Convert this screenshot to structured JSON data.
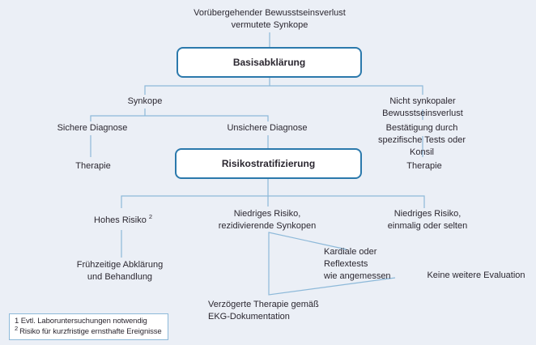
{
  "colors": {
    "background": "#ebeff6",
    "connector_line": "#8db9d9",
    "box_border": "#2b79ac",
    "box_fill": "#ffffff",
    "text": "#2b2730"
  },
  "flowchart": {
    "title": "Vorübergehender Bewusstseinsverlust\nvermutete Synkope",
    "basis_box_label": "Basisabklärung",
    "synkope": "Synkope",
    "nicht_synkopal": "Nicht synkopaler Bewusstseinsverlust",
    "sichere_diagnose": "Sichere Diagnose",
    "unsichere_diagnose": "Unsichere Diagnose",
    "bestaetigung": "Bestätigung durch spezifische Tests oder Konsil",
    "therapie_links": "Therapie",
    "risiko_box_label": "Risikostratifizierung",
    "therapie_rechts": "Therapie",
    "hohes_risiko": "Hohes Risiko",
    "hohes_risiko_fussnote": "2",
    "niedrig_rezidivierend": "Niedriges Risiko,\nrezidivierende Synkopen",
    "niedrig_einmalig": "Niedriges Risiko,\neinmalig oder selten",
    "fruehzeitige_abklaerung": "Frühzeitige Abklärung\nund Behandlung",
    "kardiale_reflextests": "Kardiale oder\nReflextests\nwie angemessen",
    "keine_evaluation": "Keine weitere Evaluation",
    "verzoegerte_therapie": "Verzögerte Therapie gemäß\nEKG-Dokumentation"
  },
  "footnotes": {
    "line1": "1 Evtl. Laboruntersuchungen notwendig",
    "line2_marker": "2",
    "line2_text": "Risiko für kurzfristige ernsthafte Ereignisse"
  }
}
